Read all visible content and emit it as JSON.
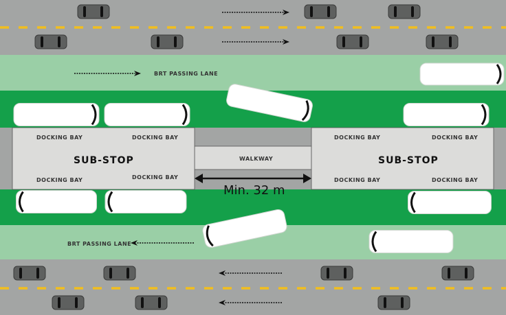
{
  "colors": {
    "road": "#a3a5a4",
    "lane_marking": "#f2be1e",
    "passing_lane": "#9acfa6",
    "docking_lane": "#14a04a",
    "platform": "#dcdcda",
    "bus": "#ffffff",
    "car": "#5e605f"
  },
  "labels": {
    "passing_lane_top": "BRT PASSING LANE",
    "passing_lane_bottom": "BRT PASSING LANE",
    "docking_bay": "DOCKING BAY",
    "substop_left": "SUB-STOP",
    "substop_right": "SUB-STOP",
    "walkway": "WALKWAY",
    "min_distance": "Min. 32 m"
  },
  "directions": {
    "top_road": "right",
    "bottom_road": "left",
    "passing_lane_top": "right",
    "passing_lane_bottom": "left"
  }
}
